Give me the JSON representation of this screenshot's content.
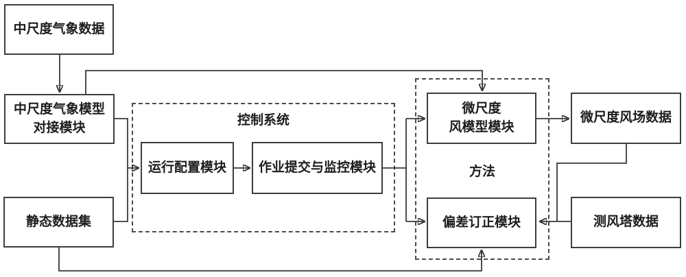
{
  "diagram": {
    "nodes": {
      "meso_data": {
        "label": "中尺度气象数据"
      },
      "meso_model_dock": {
        "label": "中尺度气象模型\n对接模块"
      },
      "static_dataset": {
        "label": "静态数据集"
      },
      "run_config": {
        "label": "运行配置模块"
      },
      "job_submit_monitor": {
        "label": "作业提交与监控模块"
      },
      "micro_wind_model": {
        "label": "微尺度\n风模型模块"
      },
      "bias_correction": {
        "label": "偏差订正模块"
      },
      "micro_wind_field": {
        "label": "微尺度风场数据"
      },
      "wind_tower": {
        "label": "测风塔数据"
      }
    },
    "groups": {
      "control_system": {
        "label": "控制系统"
      },
      "method": {
        "label": "方法"
      }
    },
    "colors": {
      "background": "#ffffff",
      "box_fill": "#ffffff",
      "box_border": "#3d3d3d",
      "line": "#383838",
      "text": "#1c1c1c"
    }
  }
}
